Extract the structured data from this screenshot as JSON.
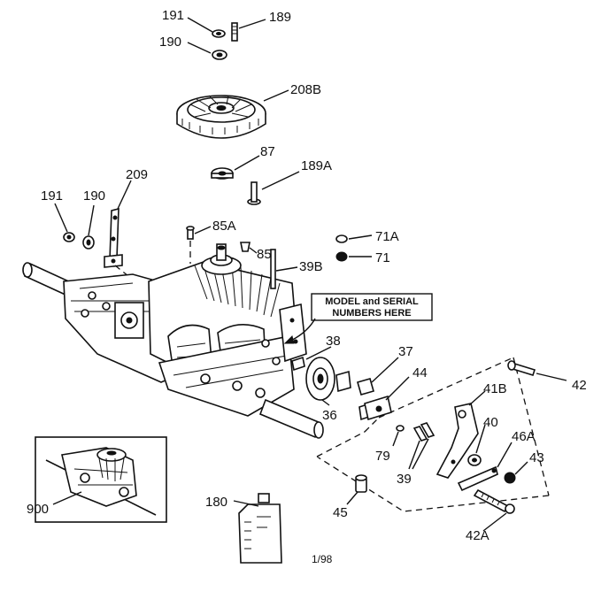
{
  "callouts": {
    "p191_top": "191",
    "p189": "189",
    "p190_top": "190",
    "p208B": "208B",
    "p87": "87",
    "p189A": "189A",
    "p209": "209",
    "p191_left": "191",
    "p190_left": "190",
    "p85A": "85A",
    "p85": "85",
    "p71A": "71A",
    "p71": "71",
    "p39B": "39B",
    "p38": "38",
    "p37": "37",
    "p44": "44",
    "p36": "36",
    "p42": "42",
    "p41B": "41B",
    "p40": "40",
    "p46A": "46A",
    "p43": "43",
    "p79": "79",
    "p39": "39",
    "p45": "45",
    "p42A": "42A",
    "p180": "180",
    "p900": "900"
  },
  "notice": {
    "line1": "MODEL and SERIAL",
    "line2": "NUMBERS HERE"
  },
  "date_code": "1/98"
}
